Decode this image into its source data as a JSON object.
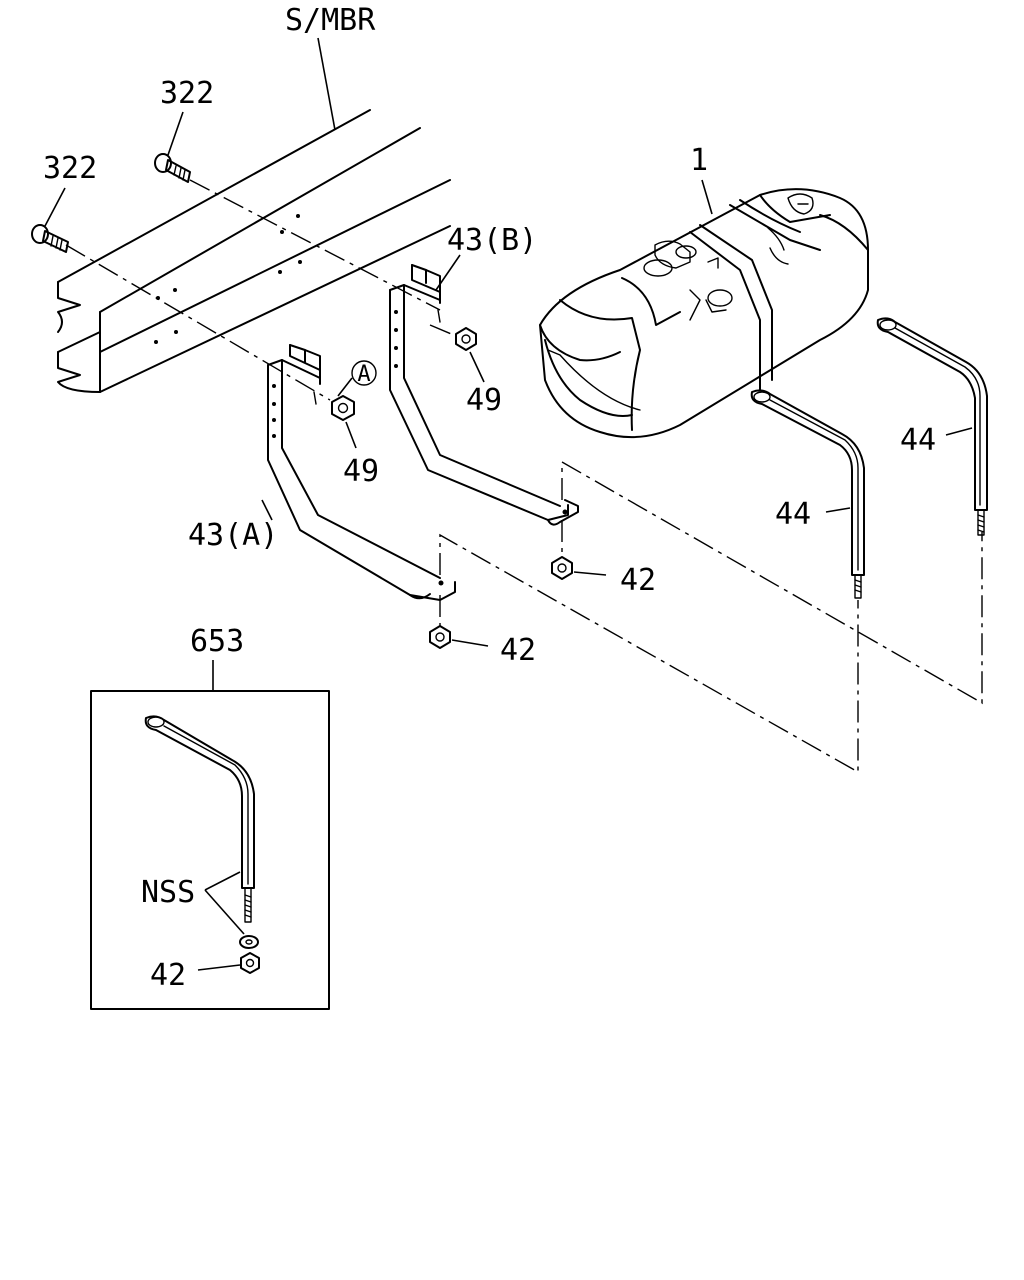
{
  "labels": {
    "frame": "S/MBR",
    "bolt_upper": "322",
    "bolt_lower": "322",
    "tank": "1",
    "bracket_b": "43(B)",
    "bracket_a": "43(A)",
    "ref_mark": "A",
    "nut_b": "49",
    "nut_a": "49",
    "nut_bottom_b": "42",
    "nut_bottom_a": "42",
    "strap_right": "44",
    "strap_left": "44",
    "kit": "653",
    "kit_nss": "NSS",
    "kit_nut": "42"
  }
}
